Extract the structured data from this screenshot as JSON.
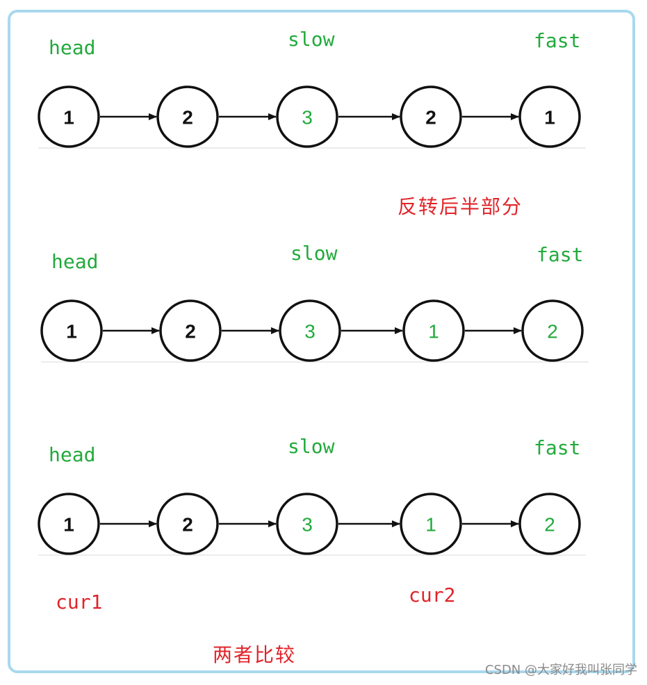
{
  "colors": {
    "pointer_label": "#22aa3c",
    "note": "#e0242a",
    "frame_border": "#a8d8ee",
    "node_stroke": "#111111"
  },
  "rows": [
    {
      "labels": {
        "head": "head",
        "slow": "slow",
        "fast": "fast"
      },
      "nodes": [
        {
          "value": "1",
          "style": "bold"
        },
        {
          "value": "2",
          "style": "bold"
        },
        {
          "value": "3",
          "style": "green"
        },
        {
          "value": "2",
          "style": "bold"
        },
        {
          "value": "1",
          "style": "bold"
        }
      ]
    },
    {
      "labels": {
        "head": "head",
        "slow": "slow",
        "fast": "fast"
      },
      "nodes": [
        {
          "value": "1",
          "style": "bold"
        },
        {
          "value": "2",
          "style": "bold"
        },
        {
          "value": "3",
          "style": "green"
        },
        {
          "value": "1",
          "style": "green"
        },
        {
          "value": "2",
          "style": "green"
        }
      ]
    },
    {
      "labels": {
        "head": "head",
        "slow": "slow",
        "fast": "fast"
      },
      "nodes": [
        {
          "value": "1",
          "style": "bold"
        },
        {
          "value": "2",
          "style": "bold"
        },
        {
          "value": "3",
          "style": "green"
        },
        {
          "value": "1",
          "style": "green"
        },
        {
          "value": "2",
          "style": "green"
        }
      ]
    }
  ],
  "notes": {
    "reverse_second_half": "反转后半部分",
    "compare_both": "两者比较",
    "cur1": "cur1",
    "cur2": "cur2"
  },
  "watermark": "CSDN @大家好我叫张同学"
}
